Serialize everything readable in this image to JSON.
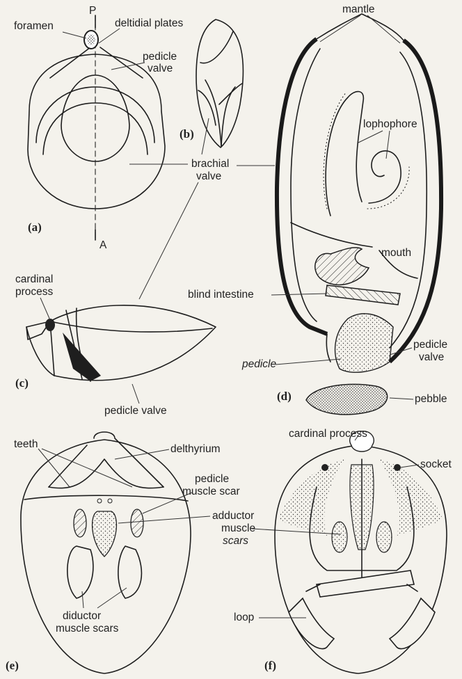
{
  "colors": {
    "ink": "#1e1e1e",
    "paper": "#f4f2ec"
  },
  "panels": {
    "a": {
      "id": "(a)",
      "labels": {
        "posterior": "P",
        "anterior": "A",
        "foramen": "foramen",
        "deltidial_plates": "deltidial plates",
        "pedicle_valve_1": "pedicle",
        "pedicle_valve_2": "valve"
      }
    },
    "b": {
      "id": "(b)"
    },
    "shared": {
      "brachial_valve_1": "brachial",
      "brachial_valve_2": "valve"
    },
    "c": {
      "id": "(c)",
      "labels": {
        "cardinal_process_1": "cardinal",
        "cardinal_process_2": "process",
        "pedicle_valve": "pedicle valve"
      }
    },
    "d": {
      "id": "(d)",
      "labels": {
        "mantle": "mantle",
        "lophophore": "lophophore",
        "mouth": "mouth",
        "blind_intestine": "blind intestine",
        "pedicle": "pedicle",
        "pedicle_valve_1": "pedicle",
        "pedicle_valve_2": "valve",
        "pebble": "pebble"
      }
    },
    "e": {
      "id": "(e)",
      "labels": {
        "teeth": "teeth",
        "delthyrium": "delthyrium",
        "pedicle_muscle_scar_1": "pedicle",
        "pedicle_muscle_scar_2": "muscle scar",
        "diductor_1": "diductor",
        "diductor_2": "muscle scars"
      }
    },
    "shared_ef": {
      "adductor_1": "adductor",
      "adductor_2": "muscle",
      "adductor_3": "scars"
    },
    "f": {
      "id": "(f)",
      "labels": {
        "cardinal_process": "cardinal process",
        "socket": "socket",
        "loop": "loop"
      }
    }
  }
}
